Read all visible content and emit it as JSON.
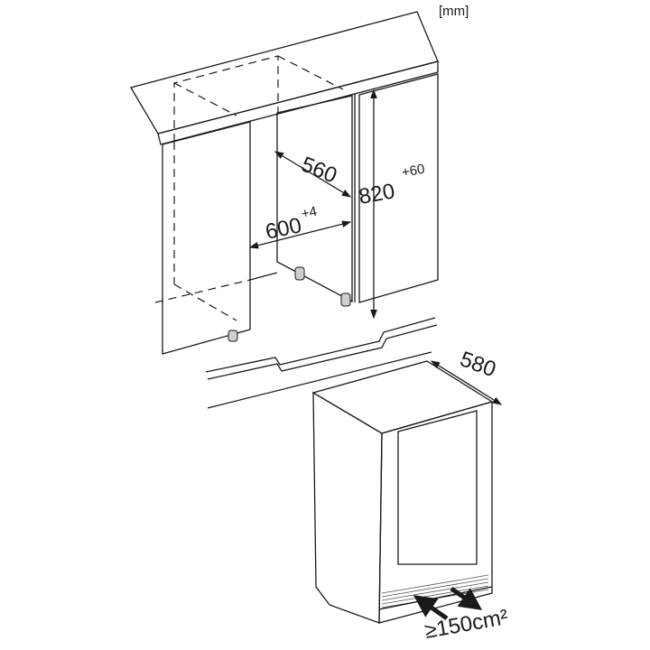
{
  "unit_label": "[mm]",
  "dimensions": {
    "niche_depth": "560",
    "niche_height": "820",
    "niche_height_tolerance": "+60",
    "niche_width": "600",
    "niche_width_tolerance": "+4",
    "appliance_depth": "580",
    "ventilation": "≥150cm²"
  },
  "colors": {
    "cabinet": "#e3e3e3",
    "line": "#1a1a1a",
    "appliance": "#f7f7f7"
  }
}
